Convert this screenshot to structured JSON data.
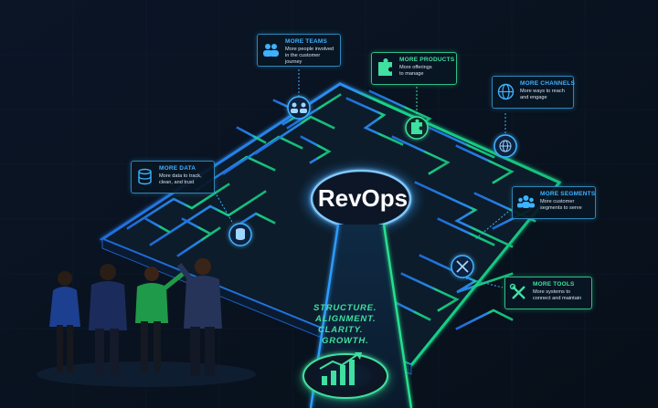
{
  "logo": {
    "text": "RevOps"
  },
  "tagline": {
    "lines": [
      "STRUCTURE.",
      "ALIGNMENT.",
      "CLARITY.",
      "GROWTH."
    ]
  },
  "callouts": [
    {
      "id": "teams",
      "title": "MORE TEAMS",
      "desc": "More people involved\nin the customer journey",
      "icon": "people-icon",
      "accent": "#3fb2ff"
    },
    {
      "id": "products",
      "title": "MORE PRODUCTS",
      "desc": "More offerings\nto manage",
      "icon": "puzzle-icon",
      "accent": "#3fe0a0"
    },
    {
      "id": "channels",
      "title": "MORE CHANNELS",
      "desc": "More ways to reach\nand engage",
      "icon": "globe-icon",
      "accent": "#3fb2ff"
    },
    {
      "id": "data",
      "title": "MORE DATA",
      "desc": "More data to track,\nclean, and trust",
      "icon": "database-icon",
      "accent": "#3fb2ff"
    },
    {
      "id": "segments",
      "title": "MORE SEGMENTS",
      "desc": "More customer\nsegments to serve",
      "icon": "people-icon",
      "accent": "#3fb2ff"
    },
    {
      "id": "tools",
      "title": "MORE TOOLS",
      "desc": "More systems to\nconnect and maintain",
      "icon": "tools-icon",
      "accent": "#3fe0a0"
    }
  ],
  "colors": {
    "background": "#0a1220",
    "blue_glow": "#2f9cff",
    "green_glow": "#26e08e",
    "maze_top": "#13233a"
  }
}
